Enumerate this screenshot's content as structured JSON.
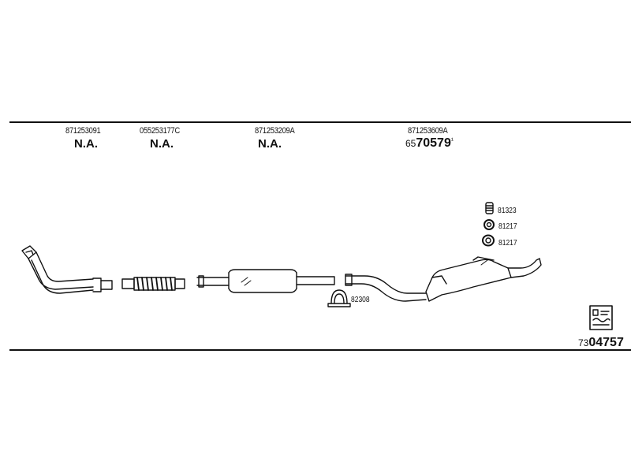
{
  "parts": [
    {
      "part_number": "871253091",
      "note": "N.A."
    },
    {
      "part_number": "055253177C",
      "note": "N.A."
    },
    {
      "part_number": "871253209A",
      "note": "N.A."
    },
    {
      "part_number": "871253609A",
      "price_prefix": "65",
      "price_main": "70579",
      "price_suffix": "¹"
    }
  ],
  "hardware": [
    {
      "code": "81323"
    },
    {
      "code": "81217"
    },
    {
      "code": "81217"
    },
    {
      "code": "82308"
    }
  ],
  "catalog": {
    "prefix": "73",
    "number": "04757"
  },
  "icons": [
    "exhaust-downpipe-icon",
    "flex-pipe-icon",
    "center-silencer-icon",
    "rear-pipe-silencer-icon",
    "rubber-hanger-icon",
    "rubber-ring-icon",
    "pipe-clamp-icon",
    "info-box-icon"
  ]
}
